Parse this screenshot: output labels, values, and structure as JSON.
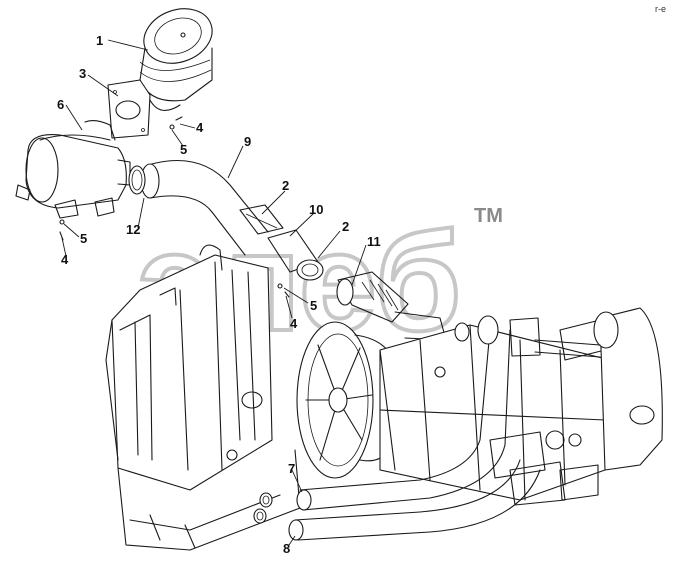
{
  "diagram": {
    "callouts": [
      {
        "id": "c1",
        "text": "1"
      },
      {
        "id": "c2a",
        "text": "2"
      },
      {
        "id": "c2b",
        "text": "2"
      },
      {
        "id": "c3",
        "text": "3"
      },
      {
        "id": "c4a",
        "text": "4"
      },
      {
        "id": "c4b",
        "text": "4"
      },
      {
        "id": "c4c",
        "text": "4"
      },
      {
        "id": "c5a",
        "text": "5"
      },
      {
        "id": "c5b",
        "text": "5"
      },
      {
        "id": "c5c",
        "text": "5"
      },
      {
        "id": "c6",
        "text": "6"
      },
      {
        "id": "c7",
        "text": "7"
      },
      {
        "id": "c8",
        "text": "8"
      },
      {
        "id": "c9",
        "text": "9"
      },
      {
        "id": "c10",
        "text": "10"
      },
      {
        "id": "c11",
        "text": "11"
      },
      {
        "id": "c12",
        "text": "12"
      }
    ],
    "corner_mark": "r-e",
    "watermark": {
      "logo_text": "элеб",
      "trademark": "TM"
    }
  }
}
